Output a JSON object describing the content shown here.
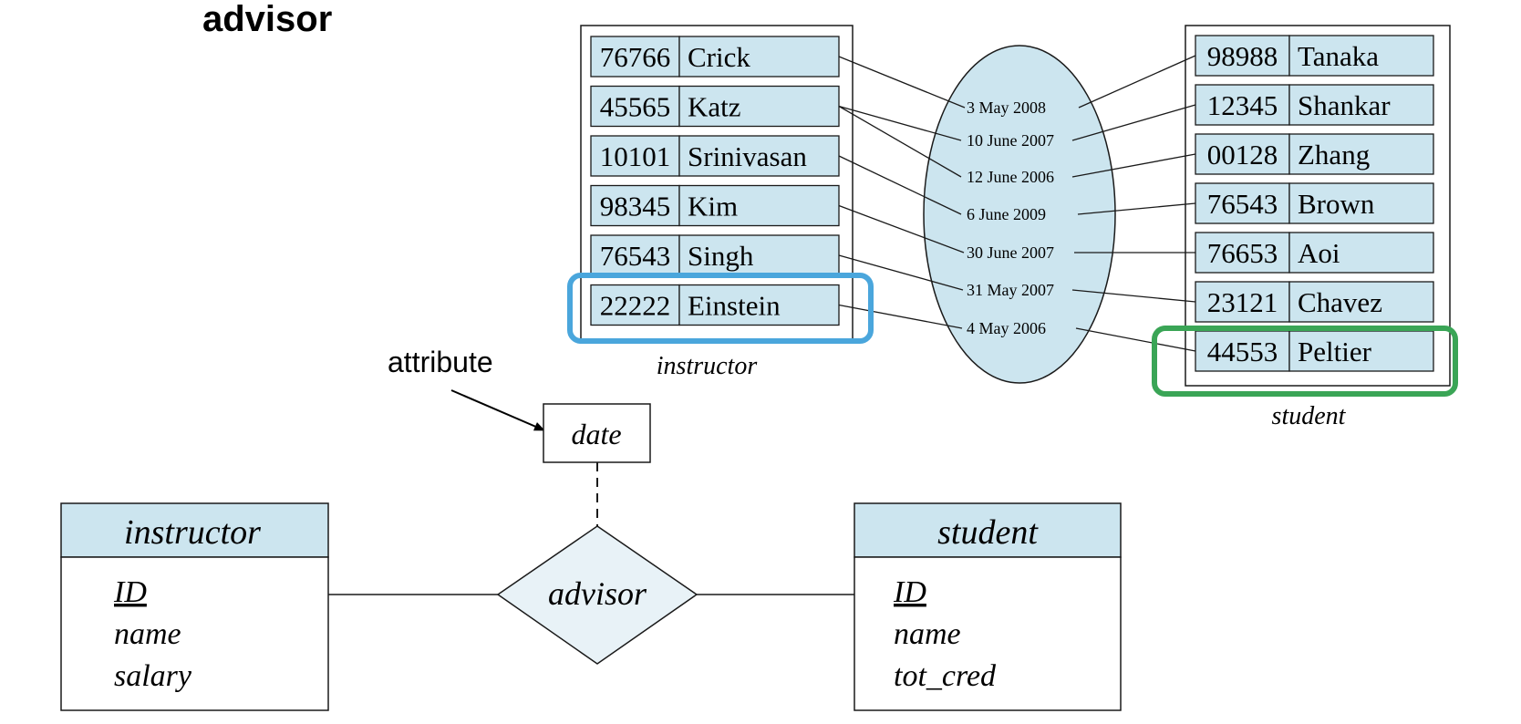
{
  "title": "advisor",
  "instructor_set": {
    "label": "instructor",
    "rows": [
      {
        "id": "76766",
        "name": "Crick"
      },
      {
        "id": "45565",
        "name": "Katz"
      },
      {
        "id": "10101",
        "name": "Srinivasan"
      },
      {
        "id": "98345",
        "name": "Kim"
      },
      {
        "id": "76543",
        "name": "Singh"
      },
      {
        "id": "22222",
        "name": "Einstein"
      }
    ]
  },
  "student_set": {
    "label": "student",
    "rows": [
      {
        "id": "98988",
        "name": "Tanaka"
      },
      {
        "id": "12345",
        "name": "Shankar"
      },
      {
        "id": "00128",
        "name": "Zhang"
      },
      {
        "id": "76543",
        "name": "Brown"
      },
      {
        "id": "76653",
        "name": "Aoi"
      },
      {
        "id": "23121",
        "name": "Chavez"
      },
      {
        "id": "44553",
        "name": "Peltier"
      }
    ]
  },
  "relationship_dates": [
    "3 May 2008",
    "10 June 2007",
    "12 June 2006",
    "6 June 2009",
    "30 June 2007",
    "31 May 2007",
    "4 May 2006"
  ],
  "links": [
    {
      "instructor": 0,
      "date": 0,
      "student": 0
    },
    {
      "instructor": 1,
      "date": 1,
      "student": 1
    },
    {
      "instructor": 1,
      "date": 2,
      "student": 2
    },
    {
      "instructor": 2,
      "date": 3,
      "student": 3
    },
    {
      "instructor": 3,
      "date": 4,
      "student": 4
    },
    {
      "instructor": 4,
      "date": 5,
      "student": 5
    },
    {
      "instructor": 5,
      "date": 6,
      "student": 6
    }
  ],
  "highlights": {
    "instructor_row": 5,
    "instructor_color": "#4aa6dc",
    "student_row": 6,
    "student_color": "#3aa556"
  },
  "annotation": {
    "text": "attribute"
  },
  "er": {
    "attribute_box": "date",
    "relationship": "advisor",
    "left_entity": {
      "name": "instructor",
      "key": "ID",
      "attrs": [
        "name",
        "salary"
      ]
    },
    "right_entity": {
      "name": "student",
      "key": "ID",
      "attrs": [
        "name",
        "tot_cred"
      ]
    }
  },
  "colors": {
    "cell_fill": "#cce5ef",
    "ellipse_fill": "#cce5ef",
    "diamond_fill": "#e8f2f7",
    "stroke": "#1a1a1a"
  }
}
